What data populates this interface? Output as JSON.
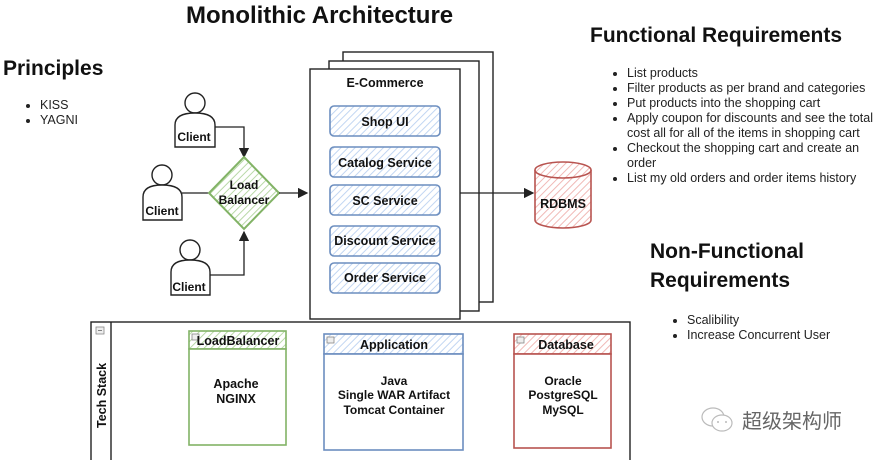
{
  "title": "Monolithic Architecture",
  "principles": {
    "heading": "Principles",
    "items": [
      "KISS",
      "YAGNI"
    ]
  },
  "diagram": {
    "clients": [
      {
        "label": "Client"
      },
      {
        "label": "Client"
      },
      {
        "label": "Client"
      }
    ],
    "load_balancer": {
      "line1": "Load",
      "line2": "Balancer"
    },
    "application": {
      "title": "E-Commerce",
      "services": [
        "Shop UI",
        "Catalog Service",
        "SC Service",
        "Discount Service",
        "Order Service"
      ]
    },
    "database": {
      "label": "RDBMS"
    },
    "colors": {
      "green": "#82b366",
      "green_fill": "#d5e8d4",
      "blue": "#6c8ebf",
      "blue_fill": "#dae8fc",
      "red": "#b85450",
      "red_fill": "#f8cecc"
    }
  },
  "functional": {
    "heading": "Functional Requirements",
    "items": [
      "List products",
      "Filter products as per brand and categories",
      "Put products into the shopping cart",
      "Apply coupon for discounts and see the total cost all for all of the items in shopping cart",
      "Checkout the shopping cart and create an order",
      "List my old orders and order items history"
    ]
  },
  "non_functional": {
    "heading_line1": "Non-Functional",
    "heading_line2": "Requirements",
    "items": [
      "Scalibility",
      "Increase Concurrent User"
    ]
  },
  "tech_stack": {
    "label": "Tech Stack",
    "columns": [
      {
        "title": "LoadBalancer",
        "lines": [
          "Apache",
          "NGINX"
        ]
      },
      {
        "title": "Application",
        "lines": [
          "Java",
          "Single WAR Artifact",
          "Tomcat Container"
        ]
      },
      {
        "title": "Database",
        "lines": [
          "Oracle",
          "PostgreSQL",
          "MySQL"
        ]
      }
    ]
  },
  "watermark": {
    "text": "超级架构师",
    "icon": "wechat-icon"
  }
}
